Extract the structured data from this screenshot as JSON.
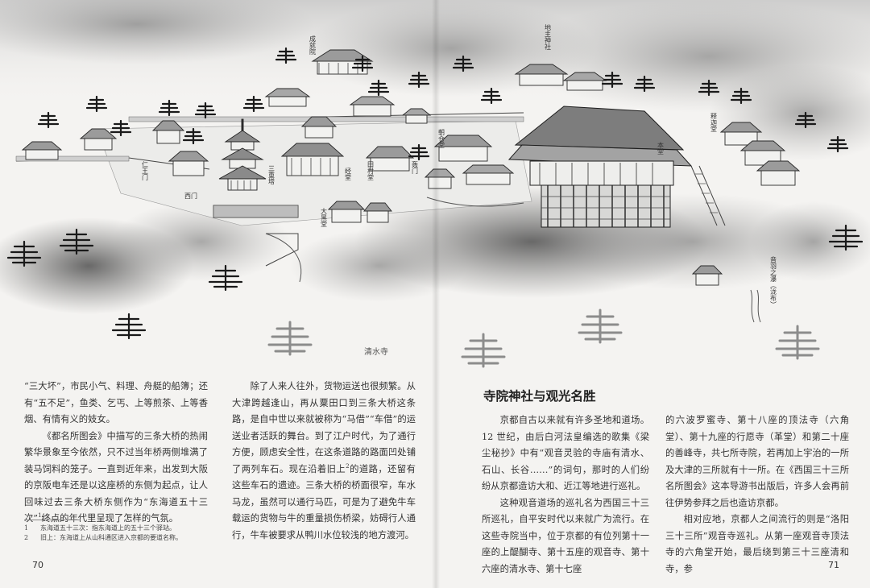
{
  "caption": "清水寺",
  "map_labels": {
    "label_a": "成就院",
    "label_b": "地主神社",
    "label_c": "仁王门",
    "label_d": "三重塔",
    "label_e": "西门",
    "label_f": "经堂",
    "label_g": "田村堂",
    "label_h": "朝仓堂",
    "label_i": "轰门",
    "label_j": "大黑堂",
    "label_k": "本堂",
    "label_l": "释迦堂",
    "label_m": "音羽之瀑（泷布）"
  },
  "left_page": {
    "col1": [
      {
        "indent": false,
        "text": "“三大坏”，市民小气、料理、舟艇的船簿；还有“五不足”，鱼类、乞丐、上等煎茶、上等香烟、有情有义的妓女。"
      },
      {
        "indent": true,
        "text": "《都名所图会》中描写的三条大桥的热闹繁华景象至今依然，只不过当年桥两侧堆满了装马饲料的笼子。一直到近年来，出发到大阪的京阪电车还是以这座桥的东侧为起点，让人回味过去三条大桥东侧作为“东海道五十三次”",
        "sup": "1",
        "after": "终点的年代里呈现了怎样的气氛。"
      }
    ],
    "col2": [
      {
        "indent": true,
        "text": "除了人来人往外，货物运送也很频繁。从大津跨越逢山，再从粟田口到三条大桥这条路，是自中世以来就被称为“马借”“车借”的运送业者活跃的舞台。到了江户时代，为了通行方便，顾虑安全性，在这条道路的路面凹处铺了两列车石。现在沿着旧上",
        "sup": "2",
        "after": "的道路，还留有这些车石的遗迹。三条大桥的桥面很窄，车水马龙，虽然可以通行马匹，可是为了避免牛车载运的货物与牛的重量损伤桥梁，妨碍行人通行，牛车被要求从鸭川水位较浅的地方渡河。"
      }
    ],
    "footnotes": [
      {
        "num": "1",
        "text": "东海道五十三次：指东海道上的五十三个驿站。"
      },
      {
        "num": "2",
        "text": "旧上：东海道上从山科通区进入京都的要道名称。"
      }
    ],
    "page_number": "70"
  },
  "right_page": {
    "heading": "寺院神社与观光名胜",
    "col1": [
      {
        "indent": true,
        "text": "京都自古以来就有许多圣地和道场。12 世纪，由后白河法皇编选的歌集《梁尘秘抄》中有“观音灵验的寺庙有清水、石山、长谷……”的词句，那时的人们纷纷从京都造访大和、近江等地进行巡礼。"
      },
      {
        "indent": true,
        "text": "这种观音道场的巡礼名为西国三十三所巡礼，自平安时代以来就广为流行。在这些寺院当中，位于京都的有位列第十一座的上醍醐寺、第十五座的观音寺、第十六座的清水寺、第十七座"
      }
    ],
    "col2": [
      {
        "indent": false,
        "text": "的六波罗蜜寺、第十八座的顶法寺（六角堂）、第十九座的行愿寺（革堂）和第二十座的善峰寺，共七所寺院，若再加上宇治的一所及大津的三所就有十一所。在《西国三十三所名所图会》这本导游书出版后，许多人会再前往伊势参拜之后也造访京都。"
      },
      {
        "indent": true,
        "text": "相对应地，京都人之间流行的则是“洛阳三十三所”观音寺巡礼。从第一座观音寺顶法寺的六角堂开始，最后绕到第三十三座清和寺，参"
      }
    ],
    "page_number": "71"
  }
}
